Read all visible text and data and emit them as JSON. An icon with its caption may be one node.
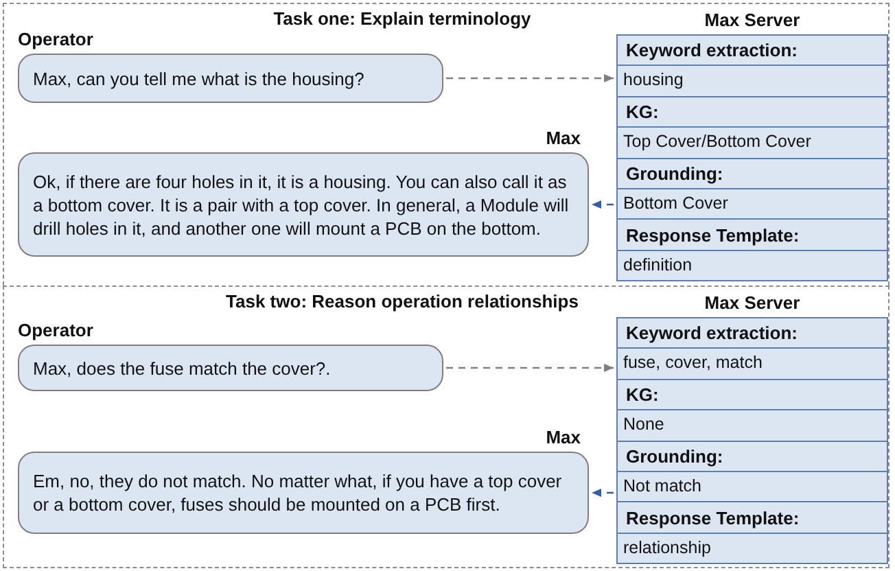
{
  "diagram": {
    "nodes": [
      {
        "text": [
          "Task one: Explain terminology"
        ]
      },
      {
        "text": [
          "Max, can you tell me what is the housing?"
        ],
        "in": 0,
        "beside": [
          "Operator"
        ]
      },
      {
        "text": [
          "Ok, if there are four holes in it, it is a housing. You can also call it as a bottom cover. It is a pair with a top cover. In general, a Module will drill holes in it, and another one will mount a PCB on the bottom."
        ],
        "in": 0,
        "beside": [
          "Max"
        ]
      },
      {
        "text": [
          "Max Server"
        ],
        "in": 0
      },
      {
        "text": [
          "Keyword extraction:",
          "housing"
        ],
        "in": 3
      },
      {
        "text": [
          "KG:",
          "Top Cover/Bottom Cover"
        ],
        "in": 3
      },
      {
        "text": [
          "Grounding:",
          "Bottom Cover"
        ],
        "in": 3
      },
      {
        "text": [
          "Response Template:",
          "definition"
        ],
        "in": 3
      },
      {
        "text": [
          "Task two: Reason operation relationships"
        ]
      },
      {
        "text": [
          "Max, does the fuse match the cover?."
        ],
        "in": 8,
        "beside": [
          "Operator"
        ]
      },
      {
        "text": [
          "Em, no, they do not match. No matter what, if you have a top cover or a bottom cover, fuses should be mounted on a PCB first."
        ],
        "in": 8,
        "beside": [
          "Max"
        ]
      },
      {
        "text": [
          "Max Server"
        ],
        "in": 8
      },
      {
        "text": [
          "Keyword extraction:",
          "fuse, cover, match"
        ],
        "in": 11
      },
      {
        "text": [
          "KG:",
          "None"
        ],
        "in": 11
      },
      {
        "text": [
          "Grounding:",
          "Not match"
        ],
        "in": 11
      },
      {
        "text": [
          "Response Template:",
          "relationship"
        ],
        "in": 11
      }
    ],
    "edges": [
      {
        "from": 1,
        "to": 3,
        "arrow": "to",
        "style": "dashed",
        "color": "#7f7f7f"
      },
      {
        "from": 3,
        "to": 2,
        "arrow": "to",
        "style": "dashed",
        "color": "#2e5fa8"
      },
      {
        "from": 9,
        "to": 11,
        "arrow": "to",
        "style": "dashed",
        "color": "#7f7f7f"
      },
      {
        "from": 11,
        "to": 10,
        "arrow": "to",
        "style": "dashed",
        "color": "#2e5fa8"
      }
    ]
  }
}
